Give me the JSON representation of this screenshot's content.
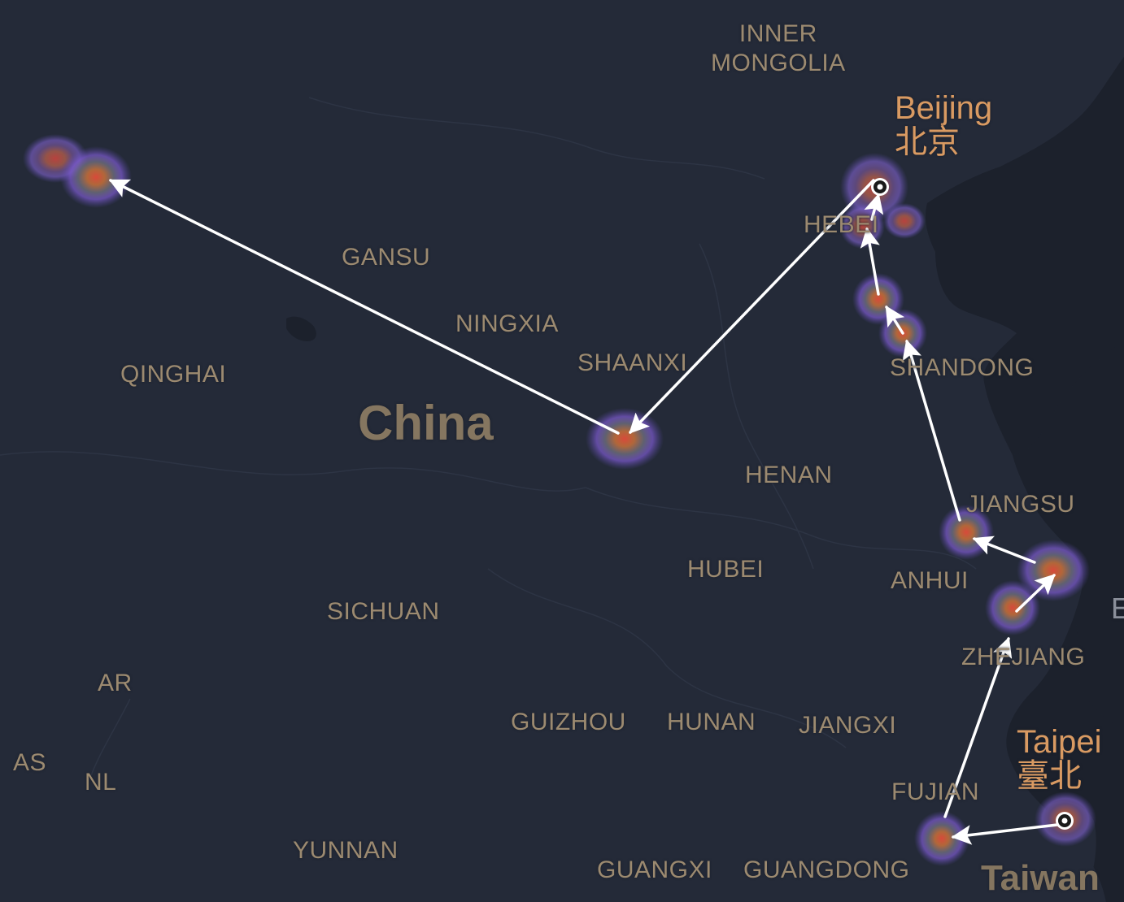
{
  "map": {
    "colors": {
      "land": "#242a38",
      "sea": "#1c212c",
      "province_label": "#9c8a70",
      "country_label": "#857660",
      "city_label": "#d99a62",
      "route_arrow": "#ffffff"
    },
    "labels": {
      "country": "China",
      "taiwan": "Taiwan",
      "provinces": {
        "inner_mongolia": "INNER\nMONGOLIA",
        "gansu": "GANSU",
        "ningxia": "NINGXIA",
        "qinghai": "QINGHAI",
        "shaanxi": "SHAANXI",
        "hebei": "HEBEI",
        "shandong": "SHANDONG",
        "henan": "HENAN",
        "jiangsu": "JIANGSU",
        "anhui": "ANHUI",
        "hubei": "HUBEI",
        "sichuan": "SICHUAN",
        "zhejiang": "ZHEJIANG",
        "guizhou": "GUIZHOU",
        "hunan": "HUNAN",
        "jiangxi": "JIANGXI",
        "fujian": "FUJIAN",
        "yunnan": "YUNNAN",
        "guangxi": "GUANGXI",
        "guangdong": "GUANGDONG",
        "ar": "AR",
        "as": "AS",
        "nl": "NL"
      },
      "cities": {
        "beijing": "Beijing\n北京",
        "taipei": "Taipei\n臺北"
      },
      "edge_fragment": "E"
    },
    "icons": {
      "capital_marker": "capital-city-marker-icon"
    }
  }
}
